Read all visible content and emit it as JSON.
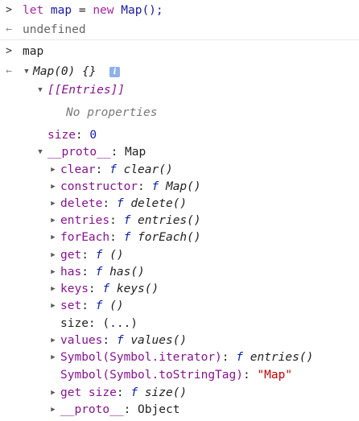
{
  "console": {
    "input1": {
      "kw_let": "let",
      "var": " map ",
      "eq": "=",
      "kw_new": " new ",
      "call": "Map();"
    },
    "output1": "undefined",
    "input2": "map",
    "map_summary": "Map(0) {}",
    "info_glyph": "i",
    "entries_label": "[[Entries]]",
    "no_properties": "No properties",
    "size": {
      "key": "size",
      "sep": ": ",
      "value": "0"
    },
    "proto": {
      "key": "__proto__",
      "sep": ": ",
      "value": "Map"
    },
    "members": [
      {
        "key": "clear",
        "f": "f",
        "fn": "clear()"
      },
      {
        "key": "constructor",
        "f": "f",
        "fn": "Map()"
      },
      {
        "key": "delete",
        "f": "f",
        "fn": "delete()"
      },
      {
        "key": "entries",
        "f": "f",
        "fn": "entries()"
      },
      {
        "key": "forEach",
        "f": "f",
        "fn": "forEach()"
      },
      {
        "key": "get",
        "f": "f",
        "fn": "()"
      },
      {
        "key": "has",
        "f": "f",
        "fn": "has()"
      },
      {
        "key": "keys",
        "f": "f",
        "fn": "keys()"
      },
      {
        "key": "set",
        "f": "f",
        "fn": "()"
      }
    ],
    "size_getter": {
      "key": "size",
      "value": ": (...)"
    },
    "values": {
      "key": "values",
      "f": "f",
      "fn": "values()"
    },
    "symbol_iterator": {
      "key": "Symbol(Symbol.iterator)",
      "f": "f",
      "fn": "entries()"
    },
    "symbol_tostringtag": {
      "key": "Symbol(Symbol.toStringTag)",
      "sep": ": ",
      "value": "\"Map\""
    },
    "get_size": {
      "key": "get size",
      "f": "f",
      "fn": "size()"
    },
    "proto2": {
      "key": "__proto__",
      "sep": ": ",
      "value": "Object"
    }
  },
  "glyphs": {
    "prompt": ">",
    "result_arrow": "←",
    "expanded": "▼",
    "collapsed": "▶"
  }
}
